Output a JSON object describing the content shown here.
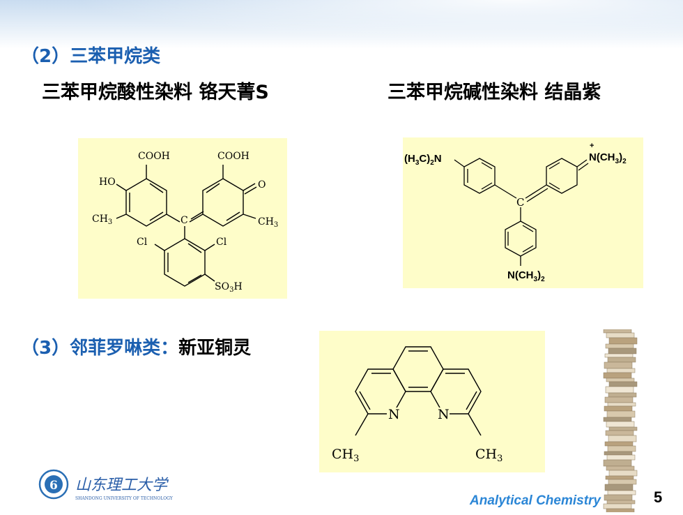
{
  "section2": {
    "title": "（2）三苯甲烷类"
  },
  "left_dye": {
    "title": "三苯甲烷酸性染料 铬天菁S"
  },
  "right_dye": {
    "title": "三苯甲烷碱性染料 结晶紫"
  },
  "section3": {
    "prefix": "（3）邻菲罗啉类：",
    "name": "新亚铜灵"
  },
  "chrome_azurol": {
    "cooh_left": "COOH",
    "cooh_right": "COOH",
    "ho": "HO",
    "o": "O",
    "ch3_left": "CH",
    "ch3_right": "CH",
    "sub3": "3",
    "c_center": "C",
    "cl_left": "Cl",
    "cl_right": "Cl",
    "so3h_a": "SO",
    "so3h_sub": "3",
    "so3h_b": "H"
  },
  "crystal_violet": {
    "left_group_a": "(H",
    "left_group_sub": "3",
    "left_group_b": "C)",
    "left_group_sub2": "2",
    "left_group_c": "N",
    "right_group_a": "N(CH",
    "right_group_sub": "3",
    "right_group_b": ")",
    "right_group_sub2": "2",
    "plus": "+",
    "c_center": "C",
    "bottom_group_a": "N(CH",
    "bottom_group_sub": "3",
    "bottom_group_b": ")",
    "bottom_group_sub2": "2"
  },
  "neocuproine": {
    "n_left": "N",
    "n_right": "N",
    "ch3": "CH",
    "sub3": "3"
  },
  "logo": {
    "name": "山东理工大学",
    "english": "SHANDONG UNIVERSITY OF TECHNOLOGY"
  },
  "footer": {
    "text": "Analytical Chemistry"
  },
  "page": {
    "number": "5"
  }
}
